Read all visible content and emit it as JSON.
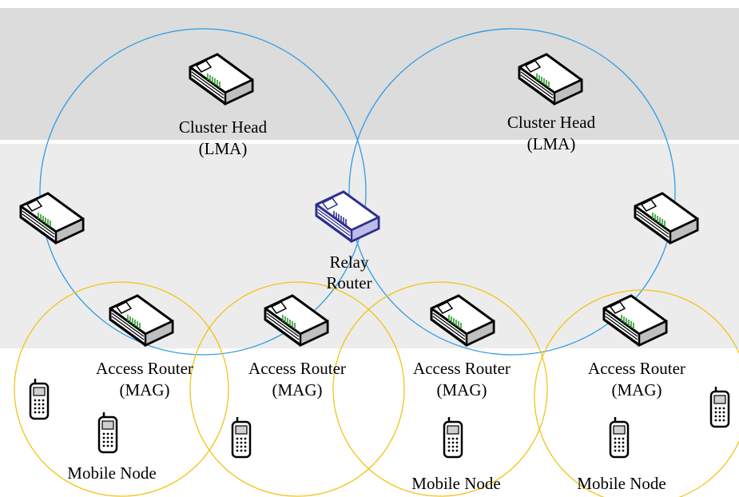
{
  "colors": {
    "top_band": "#dcdcdc",
    "middle_band": "#ececec",
    "bottom_band": "#ffffff",
    "lma_circle": "#2f9be3",
    "mag_circle": "#f0c419",
    "router_body": "#ffffff",
    "router_outline": "#000000",
    "router_side": "#bfbfbf",
    "router_ports": "#2e9a2e",
    "relay_outline": "#2f2f8f",
    "relay_side": "#bcbce6",
    "phone_body": "#ffffff",
    "phone_screen": "#cfcfcf"
  },
  "labels": {
    "cluster_head_left": {
      "line1": "Cluster Head",
      "line2": "(LMA)"
    },
    "cluster_head_right": {
      "line1": "Cluster Head",
      "line2": "(LMA)"
    },
    "relay_router": {
      "line1": "Relay",
      "line2": "Router"
    },
    "access_router_1": {
      "line1": "Access Router",
      "line2": "(MAG)"
    },
    "access_router_2": {
      "line1": "Access Router",
      "line2": "(MAG)"
    },
    "access_router_3": {
      "line1": "Access Router",
      "line2": "(MAG)"
    },
    "access_router_4": {
      "line1": "Access Router",
      "line2": "(MAG)"
    },
    "mobile_node_1": "Mobile Node",
    "mobile_node_3": "Mobile Node",
    "mobile_node_4": "Mobile Node"
  },
  "icons": {
    "router": "router-icon",
    "relay_router": "relay-router-icon",
    "phone": "mobile-phone-icon"
  }
}
